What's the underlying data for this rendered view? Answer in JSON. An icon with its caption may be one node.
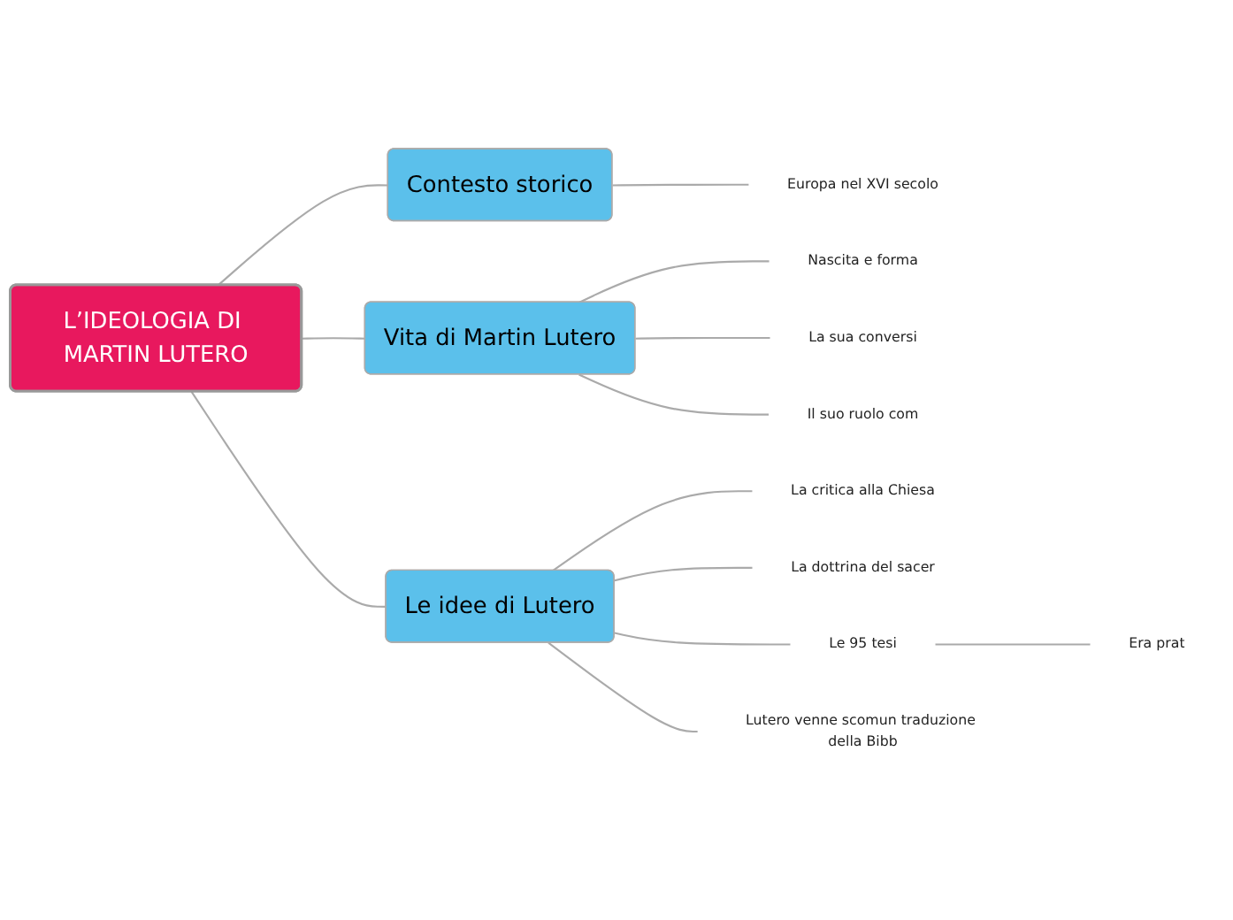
{
  "diagram": {
    "nodes": [
      {
        "text": [
          "L’IDEOLOGIA DI MARTIN LUTERO"
        ]
      },
      {
        "text": [
          "Contesto storico"
        ]
      },
      {
        "text": [
          "Vita di Martin Lutero"
        ]
      },
      {
        "text": [
          "Le idee di Lutero"
        ]
      },
      {
        "text": [
          "Europa nel XVI secolo"
        ]
      },
      {
        "text": [
          "Nascita e forma"
        ]
      },
      {
        "text": [
          "La sua conversi"
        ]
      },
      {
        "text": [
          "Il suo ruolo com"
        ]
      },
      {
        "text": [
          "La critica alla Chiesa"
        ]
      },
      {
        "text": [
          "La dottrina del sacer"
        ]
      },
      {
        "text": [
          "Le 95 tesi"
        ]
      },
      {
        "text": [
          "Era prat"
        ]
      },
      {
        "text": [
          "Lutero venne scomun traduzione della Bibb"
        ]
      }
    ],
    "edges": [
      {
        "from": 0,
        "to": 1,
        "arrow": "none"
      },
      {
        "from": 0,
        "to": 2,
        "arrow": "none"
      },
      {
        "from": 0,
        "to": 3,
        "arrow": "none"
      },
      {
        "from": 1,
        "to": 4,
        "arrow": "none"
      },
      {
        "from": 2,
        "to": 5,
        "arrow": "none"
      },
      {
        "from": 2,
        "to": 6,
        "arrow": "none"
      },
      {
        "from": 2,
        "to": 7,
        "arrow": "none"
      },
      {
        "from": 3,
        "to": 8,
        "arrow": "none"
      },
      {
        "from": 3,
        "to": 9,
        "arrow": "none"
      },
      {
        "from": 3,
        "to": 10,
        "arrow": "none"
      },
      {
        "from": 10,
        "to": 11,
        "arrow": "none"
      },
      {
        "from": 3,
        "to": 12,
        "arrow": "none"
      }
    ]
  }
}
